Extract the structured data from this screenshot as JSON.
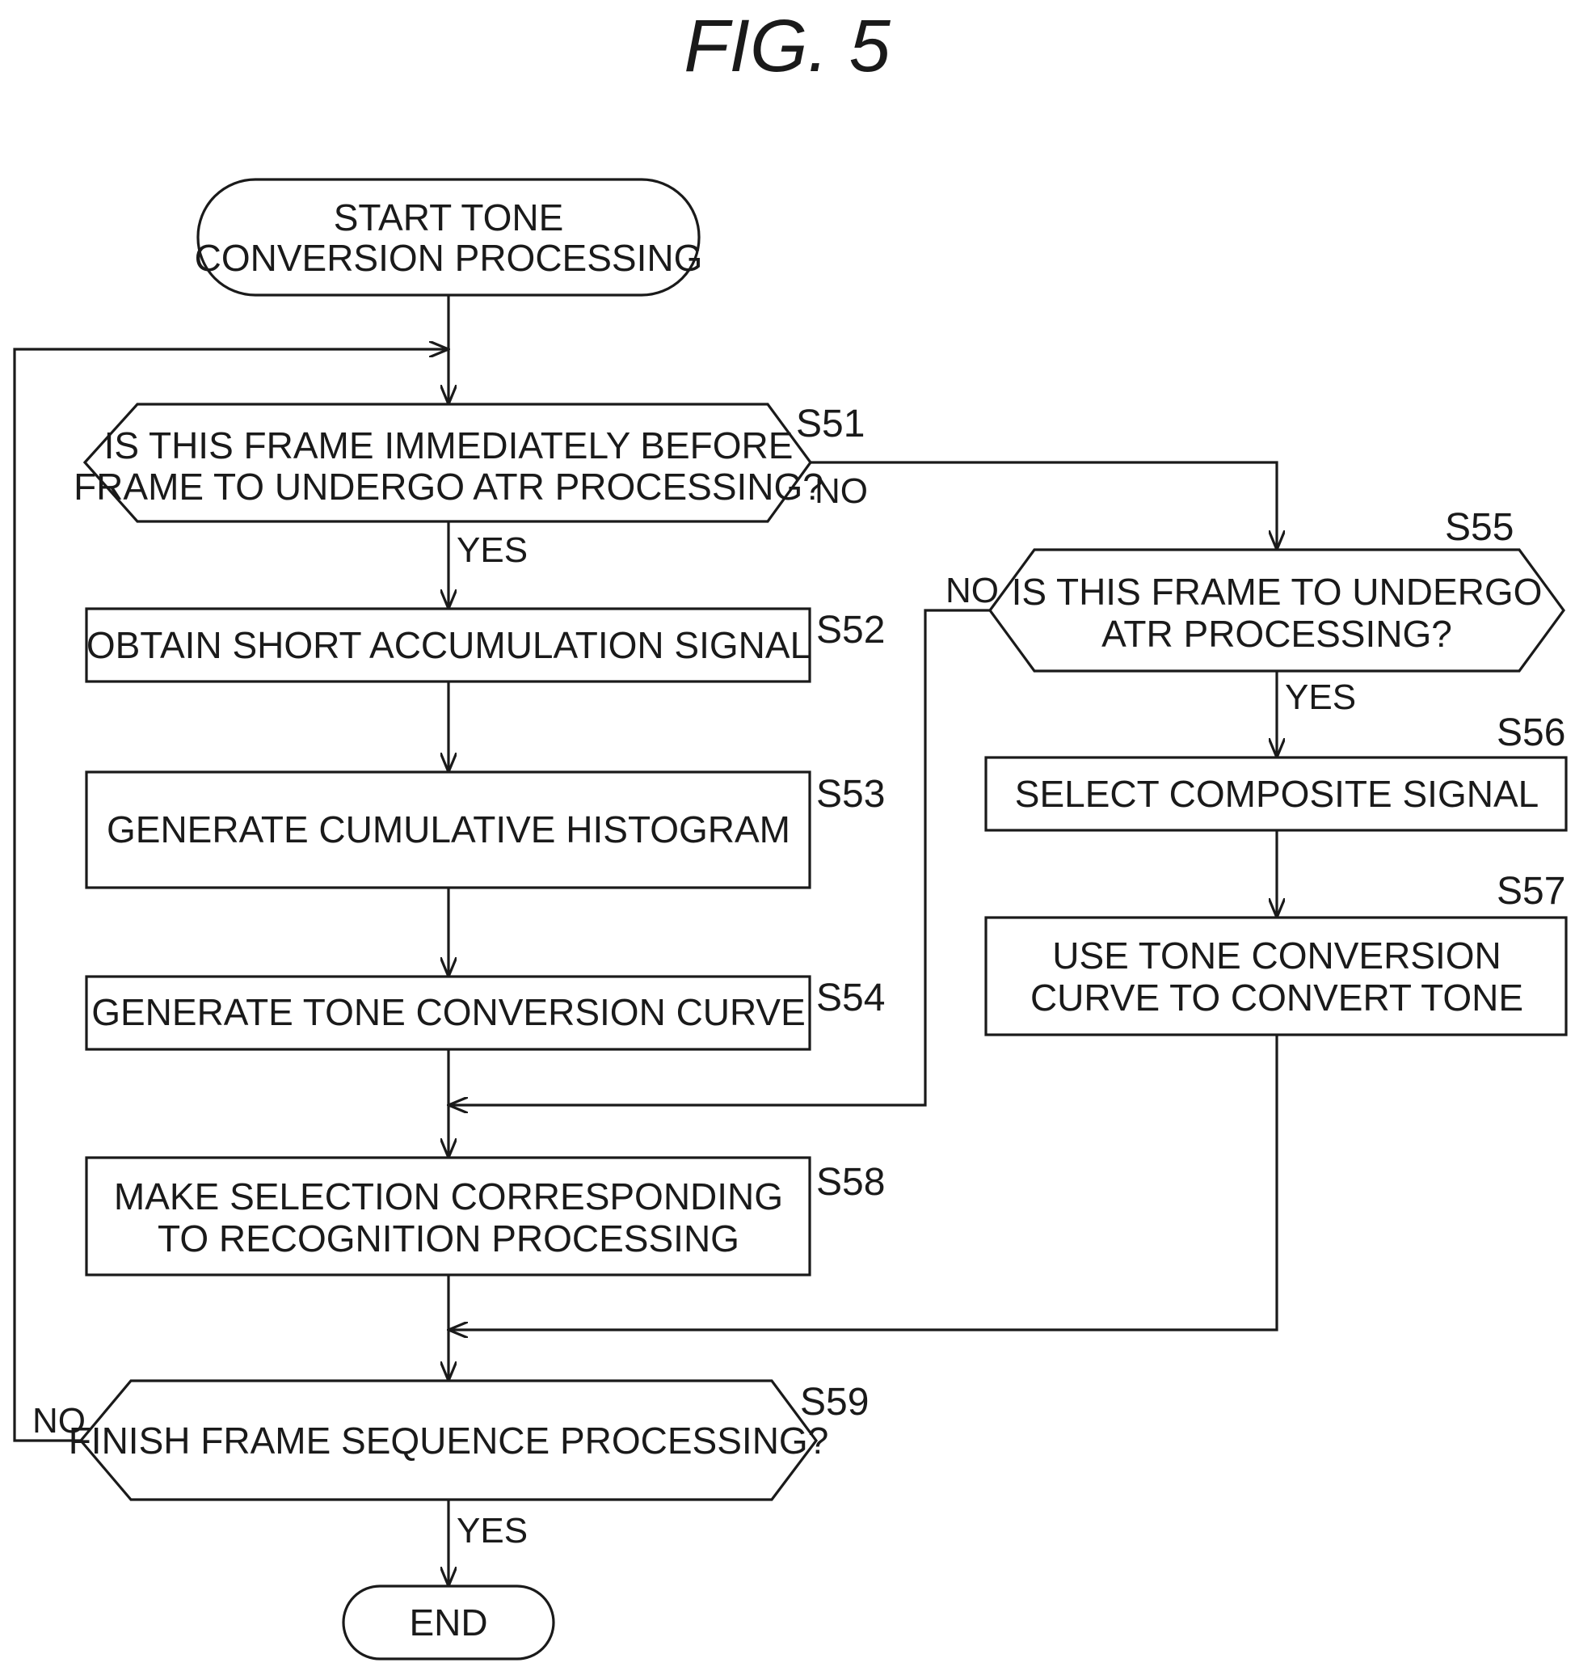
{
  "figure_title": "FIG. 5",
  "start": {
    "line1": "START TONE",
    "line2": "CONVERSION PROCESSING"
  },
  "end": "END",
  "steps": {
    "s51": {
      "id": "S51",
      "line1": "IS THIS FRAME IMMEDIATELY BEFORE",
      "line2": "FRAME TO UNDERGO ATR PROCESSING?"
    },
    "s52": {
      "id": "S52",
      "text": "OBTAIN SHORT ACCUMULATION SIGNAL"
    },
    "s53": {
      "id": "S53",
      "text": "GENERATE CUMULATIVE HISTOGRAM"
    },
    "s54": {
      "id": "S54",
      "text": "GENERATE TONE CONVERSION CURVE"
    },
    "s55": {
      "id": "S55",
      "line1": "IS THIS FRAME TO UNDERGO",
      "line2": "ATR PROCESSING?"
    },
    "s56": {
      "id": "S56",
      "text": "SELECT COMPOSITE SIGNAL"
    },
    "s57": {
      "id": "S57",
      "line1": "USE TONE CONVERSION",
      "line2": "CURVE TO CONVERT TONE"
    },
    "s58": {
      "id": "S58",
      "line1": "MAKE SELECTION CORRESPONDING",
      "line2": "TO RECOGNITION PROCESSING"
    },
    "s59": {
      "id": "S59",
      "text": "FINISH FRAME SEQUENCE PROCESSING?"
    }
  },
  "branches": {
    "s51_yes": "YES",
    "s51_no": "NO",
    "s55_yes": "YES",
    "s55_no": "NO",
    "s59_yes": "YES",
    "s59_no": "NO"
  }
}
